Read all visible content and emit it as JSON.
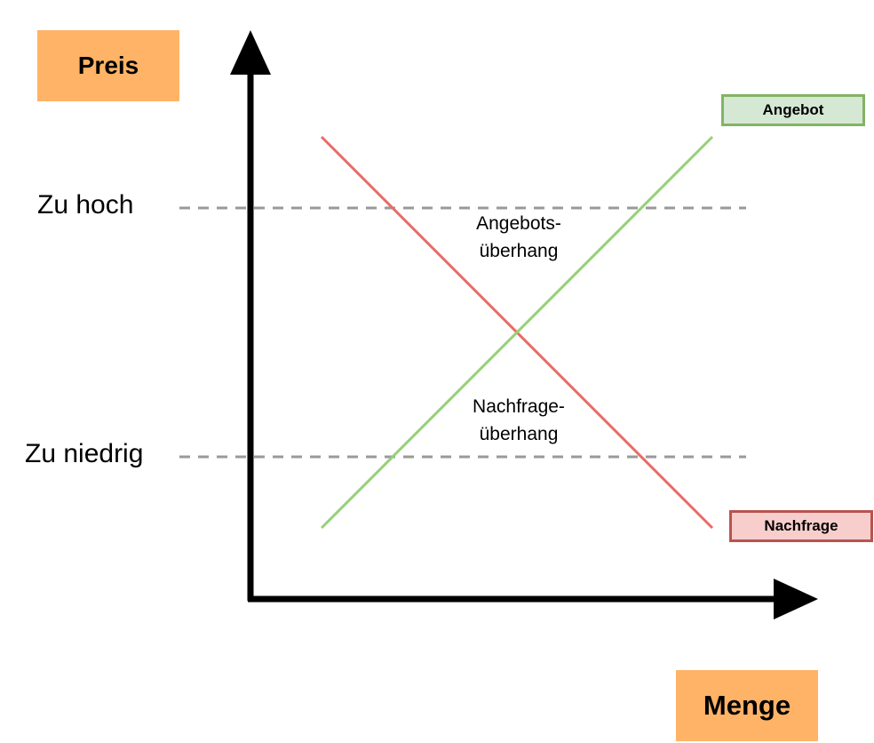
{
  "axes": {
    "y_label": "Preis",
    "x_label": "Menge",
    "axis_color": "#000000",
    "box_color": "#ffb366"
  },
  "price_levels": {
    "high_label": "Zu hoch",
    "low_label": "Zu niedrig",
    "line_color": "#999999"
  },
  "curves": {
    "supply": {
      "label": "Angebot",
      "line_color": "#97d077",
      "box_fill": "#d5e8d4",
      "box_border": "#82b366"
    },
    "demand": {
      "label": "Nachfrage",
      "line_color": "#ea6b66",
      "box_fill": "#f8cecc",
      "box_border": "#b85450"
    }
  },
  "regions": {
    "surplus": {
      "line1": "Angebots-",
      "line2": "überhang"
    },
    "shortage": {
      "line1": "Nachfrage-",
      "line2": "überhang"
    }
  }
}
